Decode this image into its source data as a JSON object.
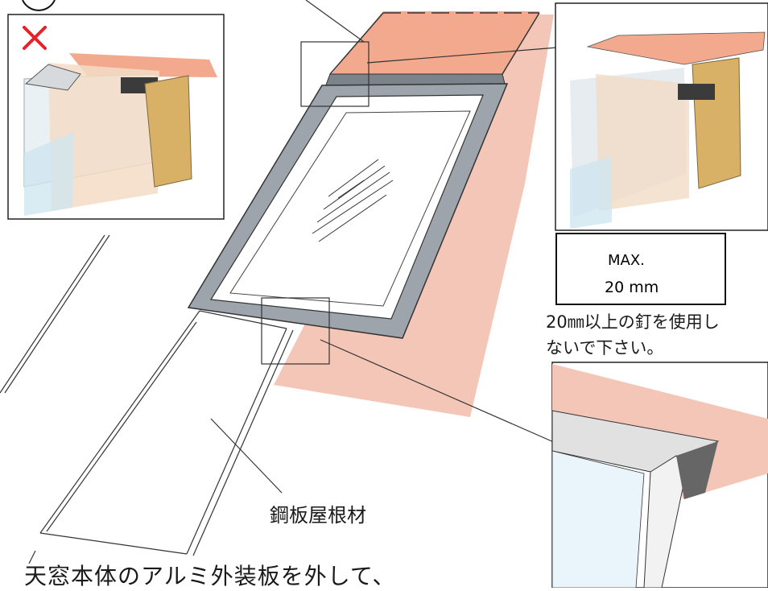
{
  "nail_warning": {
    "max_label": "MAX.",
    "size_label": "20 mm",
    "note_line1": "20㎜以上の釘を使用し",
    "note_line2": "ないで下さい。"
  },
  "labels": {
    "roofing": "鋼板屋根材",
    "caption": "天窓本体のアルミ外装板を外して、"
  },
  "icons": {
    "wrong": "cross-icon",
    "nail": "nail-icon"
  },
  "colors": {
    "flashing_pink": "#f4c6b8",
    "cover_salmon": "#f2a98e",
    "frame_gray": "#9ea4ab",
    "wood": "#d8b066",
    "wrong_red": "#e8202a"
  }
}
